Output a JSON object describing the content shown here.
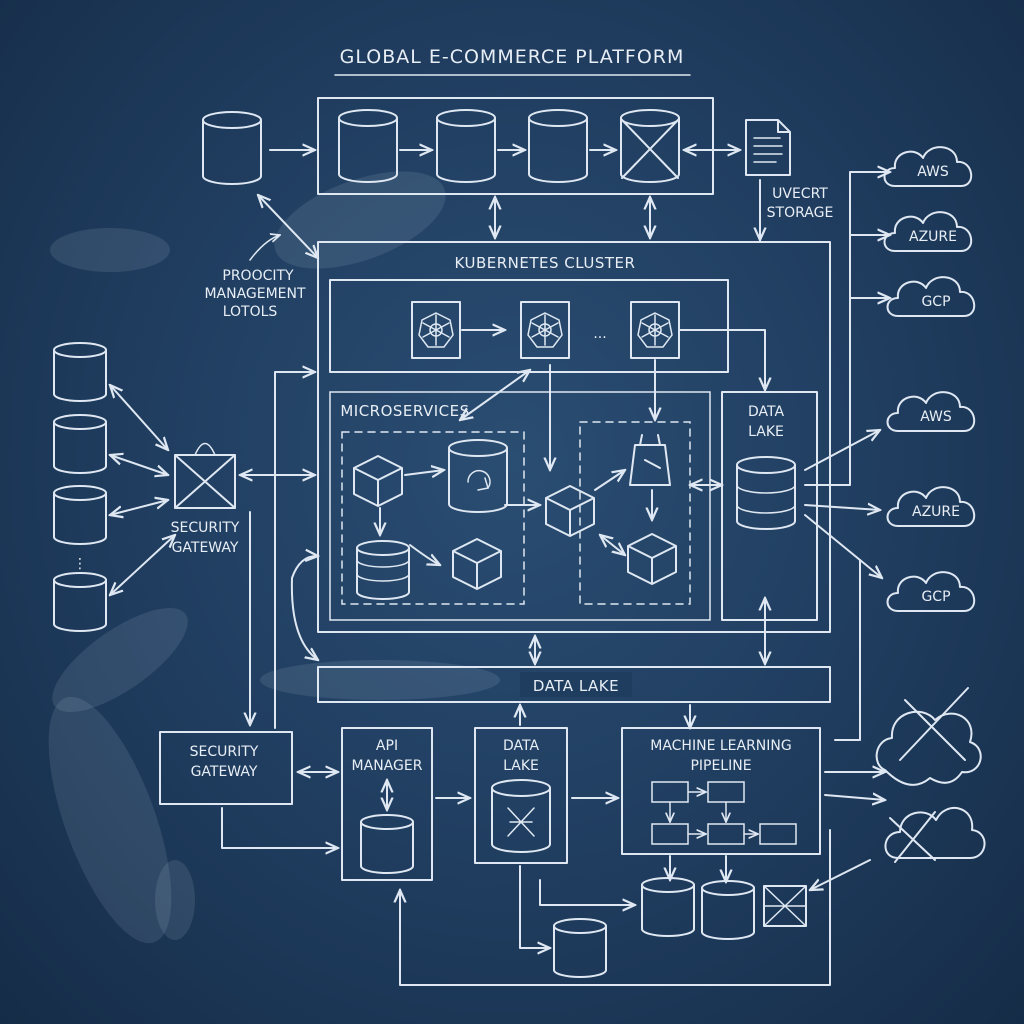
{
  "title": "GLOBAL E-COMMERCE PLATFORM",
  "labels": {
    "unvecrt_storage_1": "UVECRT",
    "unvecrt_storage_2": "STORAGE",
    "product_mgmt_1": "PROOCITY",
    "product_mgmt_2": "MANAGEMENT",
    "product_mgmt_3": "LOTOLS",
    "k8s_cluster": "KUBERNETES CLUSTER",
    "microservices": "MICROSERVICES",
    "data_lake_inner_1": "DATA",
    "data_lake_inner_2": "LAKE",
    "security_gateway_left_1": "SECURITY",
    "security_gateway_left_2": "GATEWAY",
    "data_lake_bar": "DATA LAKE",
    "security_gateway_bottom_1": "SECURITY",
    "security_gateway_bottom_2": "GATEWAY",
    "api_manager_1": "API",
    "api_manager_2": "MANAGER",
    "data_lake_bottom_1": "DATA",
    "data_lake_bottom_2": "LAKE",
    "ml_pipeline_1": "MACHINE LEARNING",
    "ml_pipeline_2": "PIPELINE"
  },
  "clouds": {
    "top": [
      "AWS",
      "AZURE",
      "GCP"
    ],
    "middle": [
      "AWS",
      "AZURE",
      "GCP"
    ]
  },
  "ellipsis": "..."
}
